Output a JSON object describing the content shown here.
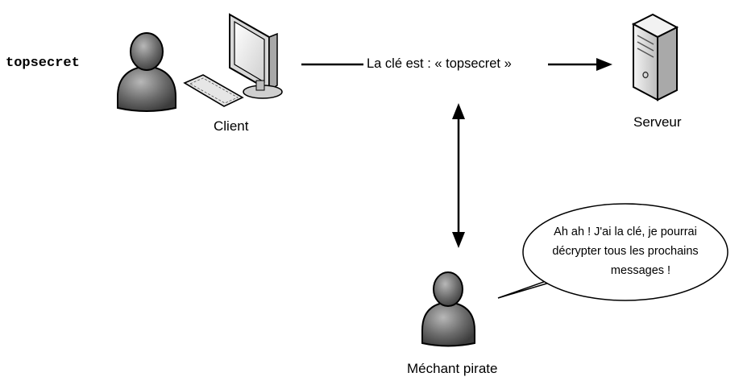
{
  "labels": {
    "secret_key": "topsecret",
    "client": "Client",
    "server": "Serveur",
    "attacker": "Méchant pirate",
    "message": "La clé est : « topsecret »"
  },
  "speech_bubble": {
    "lines": [
      "Ah ah ! J'ai la clé, je pourrai",
      "décrypter tous les prochains",
      "messages !"
    ]
  },
  "colors": {
    "person_fill": "#6f6f6f",
    "person_outline": "#000000",
    "monitor_body": "#e8e8e8",
    "server_body": "#dcdcdc",
    "line": "#000000",
    "bubble_fill": "#ffffff"
  },
  "icons": [
    "client-person-icon",
    "computer-monitor-icon",
    "keyboard-icon",
    "server-tower-icon",
    "attacker-person-icon"
  ]
}
